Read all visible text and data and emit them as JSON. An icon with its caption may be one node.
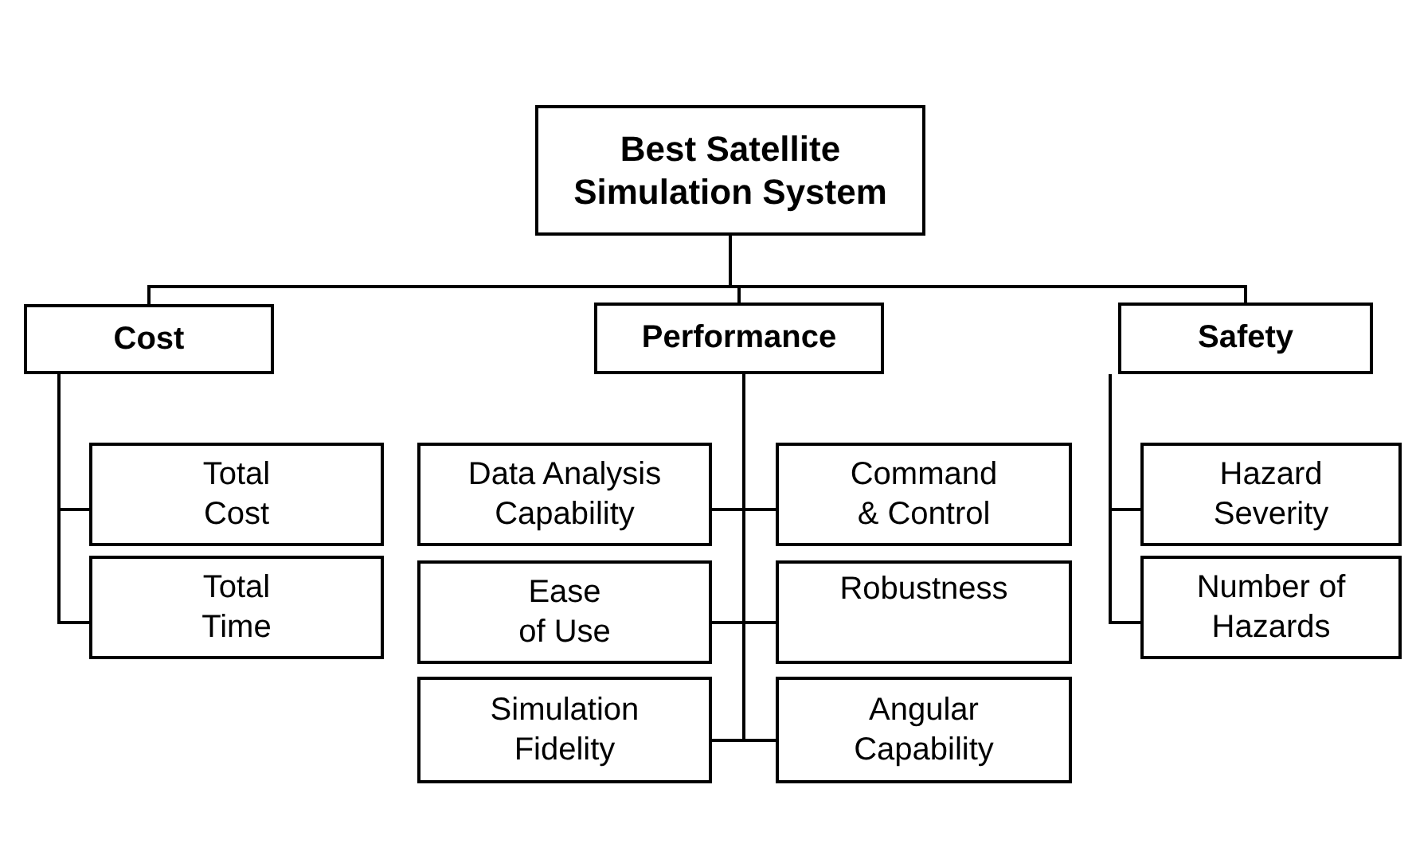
{
  "diagram": {
    "nodes": [
      {
        "text": [
          "Best Satellite Simulation System"
        ]
      },
      {
        "text": [
          "Cost"
        ]
      },
      {
        "text": [
          "Performance"
        ]
      },
      {
        "text": [
          "Safety"
        ]
      },
      {
        "text": [
          "Total Cost"
        ]
      },
      {
        "text": [
          "Data Analysis Capability"
        ]
      },
      {
        "text": [
          "Command & Control"
        ]
      },
      {
        "text": [
          "Hazard Severity"
        ]
      },
      {
        "text": [
          "Total Time"
        ]
      },
      {
        "text": [
          "Ease of Use"
        ]
      },
      {
        "text": [
          "Robustness"
        ]
      },
      {
        "text": [
          "Number of Hazards"
        ]
      },
      {
        "text": [
          "Simulation Fidelity"
        ]
      },
      {
        "text": [
          "Angular Capability"
        ]
      }
    ],
    "edges": [
      {
        "from": 0,
        "to": 1,
        "arrow": "none"
      },
      {
        "from": 0,
        "to": 2,
        "arrow": "none"
      },
      {
        "from": 0,
        "to": 3,
        "arrow": "none"
      },
      {
        "from": 1,
        "to": 4,
        "arrow": "none"
      },
      {
        "from": 1,
        "to": 8,
        "arrow": "none"
      },
      {
        "from": 2,
        "to": 5,
        "arrow": "none"
      },
      {
        "from": 2,
        "to": 6,
        "arrow": "none"
      },
      {
        "from": 2,
        "to": 9,
        "arrow": "none"
      },
      {
        "from": 2,
        "to": 10,
        "arrow": "none"
      },
      {
        "from": 2,
        "to": 12,
        "arrow": "none"
      },
      {
        "from": 2,
        "to": 13,
        "arrow": "none"
      },
      {
        "from": 3,
        "to": 7,
        "arrow": "none"
      },
      {
        "from": 3,
        "to": 11,
        "arrow": "none"
      }
    ]
  }
}
